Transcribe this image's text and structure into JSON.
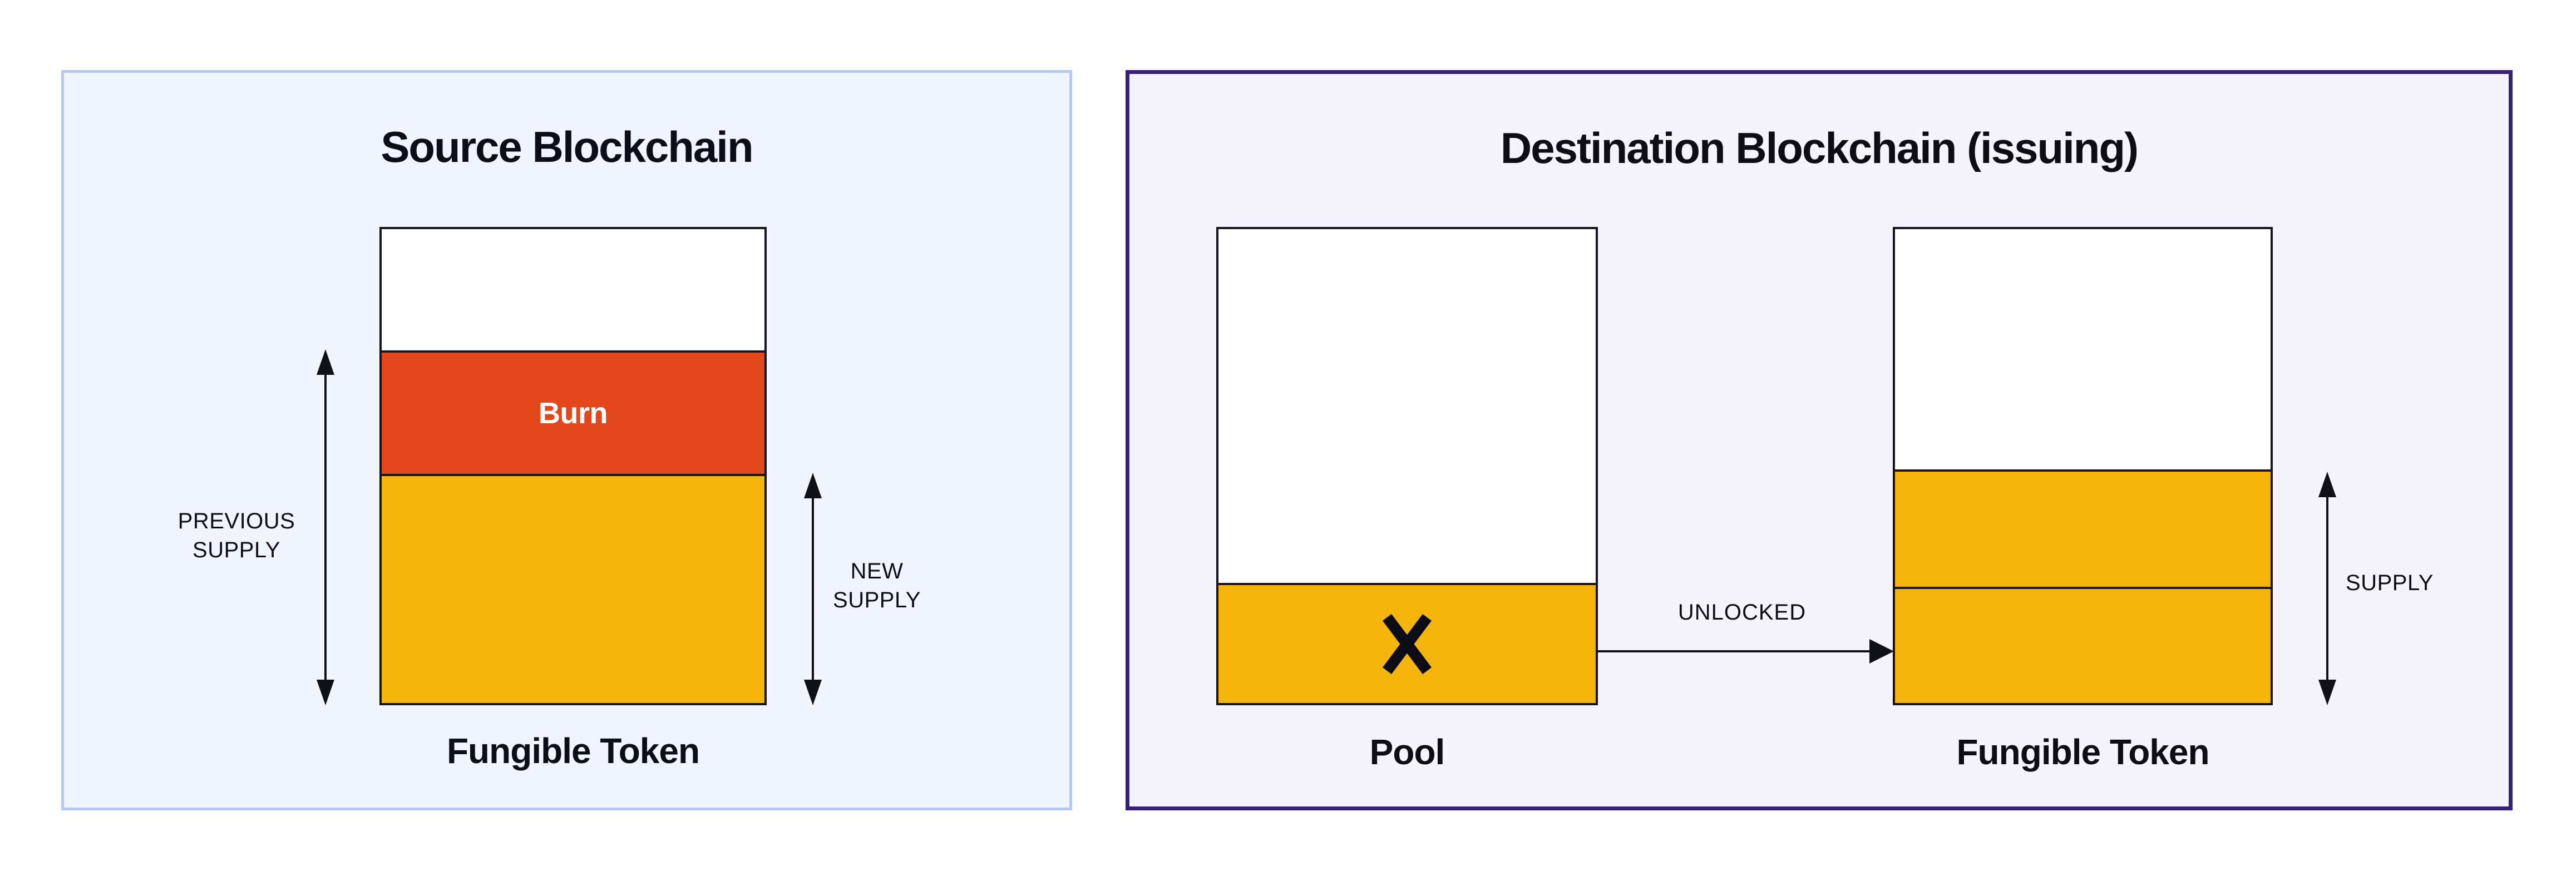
{
  "colors": {
    "canvas_bg": "#ffffff",
    "source_panel_bg": "#f1f5fd",
    "source_panel_border": "#b7c8f1",
    "dest_panel_bg": "#f5f3fc",
    "dest_panel_border": "#342079",
    "segment_white": "#ffffff",
    "segment_yellow": "#f3b50b",
    "segment_orange": "#e2481c",
    "bar_outline": "#15151f",
    "text_color": "#0d0d18",
    "burn_text_color": "#ffffff",
    "arrow_color": "#101018"
  },
  "source_panel": {
    "title": "Source Blockchain",
    "bar_label": "Fungible Token",
    "burn_label": "Burn",
    "previous_supply_label": {
      "line1": "PREVIOUS",
      "line2": "SUPPLY"
    },
    "new_supply_label": {
      "line1": "NEW",
      "line2": "SUPPLY"
    },
    "bar_segments": [
      {
        "segment": "top-empty",
        "fill": "white",
        "approx_share_pct": 26
      },
      {
        "segment": "burn",
        "fill": "orange",
        "approx_share_pct": 26
      },
      {
        "segment": "new-supply",
        "fill": "yellow",
        "approx_share_pct": 48
      }
    ]
  },
  "destination_panel": {
    "title": "Destination Blockchain (issuing)",
    "pool_label": "Pool",
    "token_label": "Fungible Token",
    "unlocked_label": "UNLOCKED",
    "supply_label": "SUPPLY",
    "pool_segments": [
      {
        "segment": "top-empty",
        "fill": "white",
        "approx_share_pct": 74
      },
      {
        "segment": "removed-locked-tokens",
        "fill": "yellow",
        "approx_share_pct": 26
      }
    ],
    "token_segments": [
      {
        "segment": "top-empty",
        "fill": "white",
        "approx_share_pct": 51
      },
      {
        "segment": "existing-supply",
        "fill": "yellow",
        "approx_share_pct": 24
      },
      {
        "segment": "unlocked-tokens",
        "fill": "yellow",
        "approx_share_pct": 25
      }
    ]
  }
}
